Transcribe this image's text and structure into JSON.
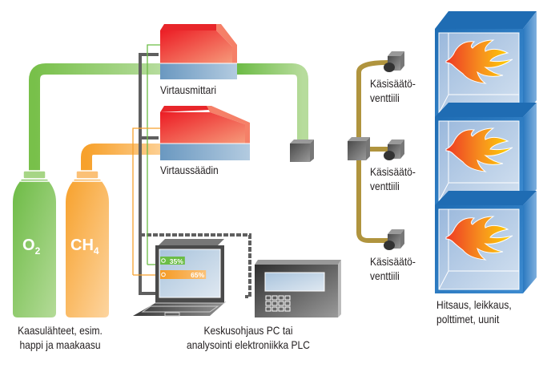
{
  "labels": {
    "flow_meter": "Virtausmittari",
    "flow_controller": "Virtaussäädin",
    "valve_1_line1": "Käsisäätö-",
    "valve_1_line2": "venttiili",
    "valve_2_line1": "Käsisäätö-",
    "valve_2_line2": "venttiili",
    "valve_3_line1": "Käsisäätö-",
    "valve_3_line2": "venttiili",
    "sources_line1": "Kaasulähteet, esim.",
    "sources_line2": "happi ja maakaasu",
    "control_line1": "Keskusohjaus PC tai",
    "control_line2": "analysointi elektroniikka PLC",
    "applications_line1": "Hitsaus, leikkaus,",
    "applications_line2": "polttimet, uunit"
  },
  "cylinders": [
    {
      "gas": "O",
      "sub": "2",
      "color": "#7ac143"
    },
    {
      "gas": "CH",
      "sub": "4",
      "color": "#f7a12c"
    }
  ],
  "screen_bars": [
    {
      "value_text": "35%",
      "percent": 35,
      "color": "#7ac143"
    },
    {
      "value_text": "65%",
      "percent": 65,
      "color": "#f7a12c"
    }
  ],
  "colors": {
    "oxygen": "#7ac143",
    "methane": "#f7a12c",
    "mixed": "#b49a4a",
    "device_red": "#ee4036",
    "device_blue": "#7ba3c6",
    "cable": "#606060",
    "furnace": "#2a75bb"
  }
}
